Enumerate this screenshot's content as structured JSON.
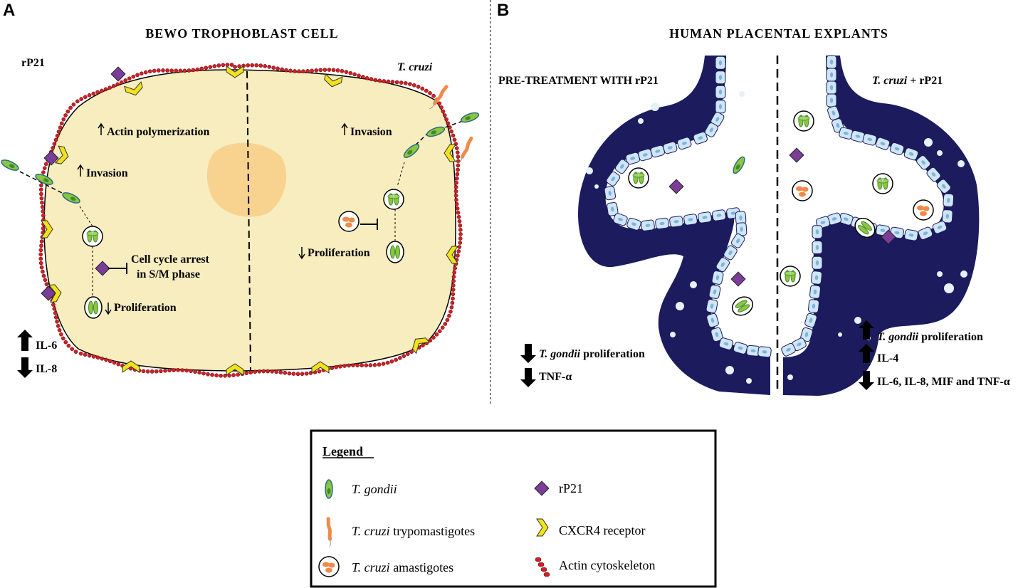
{
  "panel_a": {
    "letter": "A",
    "title": "BEWO TROPHOBLAST CELL",
    "left_label": "rP21",
    "right_label": "T. cruzi",
    "actin": "Actin polymerization",
    "invasion_left": "Invasion",
    "cell_cycle_1": "Cell cycle arrest",
    "cell_cycle_2": "in S/M phase",
    "prolif_left": "Proliferation",
    "invasion_right": "Invasion",
    "prolif_right": "Proliferation",
    "il6": "IL-6",
    "il8": "IL-8"
  },
  "panel_b": {
    "letter": "B",
    "title": "HUMAN PLACENTAL EXPLANTS",
    "left_header": "PRE-TREATMENT WITH rP21",
    "right_header_italic": "T. cruzi",
    "right_header_rest": " + rP21",
    "left_r1_italic": "T. gondii",
    "left_r1_rest": " proliferation",
    "left_r2": "TNF-α",
    "right_r1_italic": "T. gondii",
    "right_r1_rest": " proliferation",
    "right_r2": "IL-4",
    "right_r3": "IL-6, IL-8, MIF and TNF-α"
  },
  "legend": {
    "heading": "Legend",
    "tgondii": "T. gondii",
    "tcruzi_tryp_italic": "T. cruzi",
    "tcruzi_tryp_rest": " trypomastigotes",
    "tcruzi_amas_italic": "T. cruzi",
    "tcruzi_amas_rest": " amastigotes",
    "rp21": "rP21",
    "cxcr4": "CXCR4 receptor",
    "actin": "Actin cytoskeleton"
  },
  "colors": {
    "cell_fill": "#f8edbf",
    "nucleus": "#f7cf8a",
    "villus": "#1b1b5e",
    "epithelium": "#cfe6f7",
    "parasite_green": "#8cc63f",
    "rp21_purple": "#7b3d98",
    "cxcr4_yellow": "#f2e21a",
    "actin_red": "#d01f26",
    "trypo_orange": "#f08a4b"
  }
}
